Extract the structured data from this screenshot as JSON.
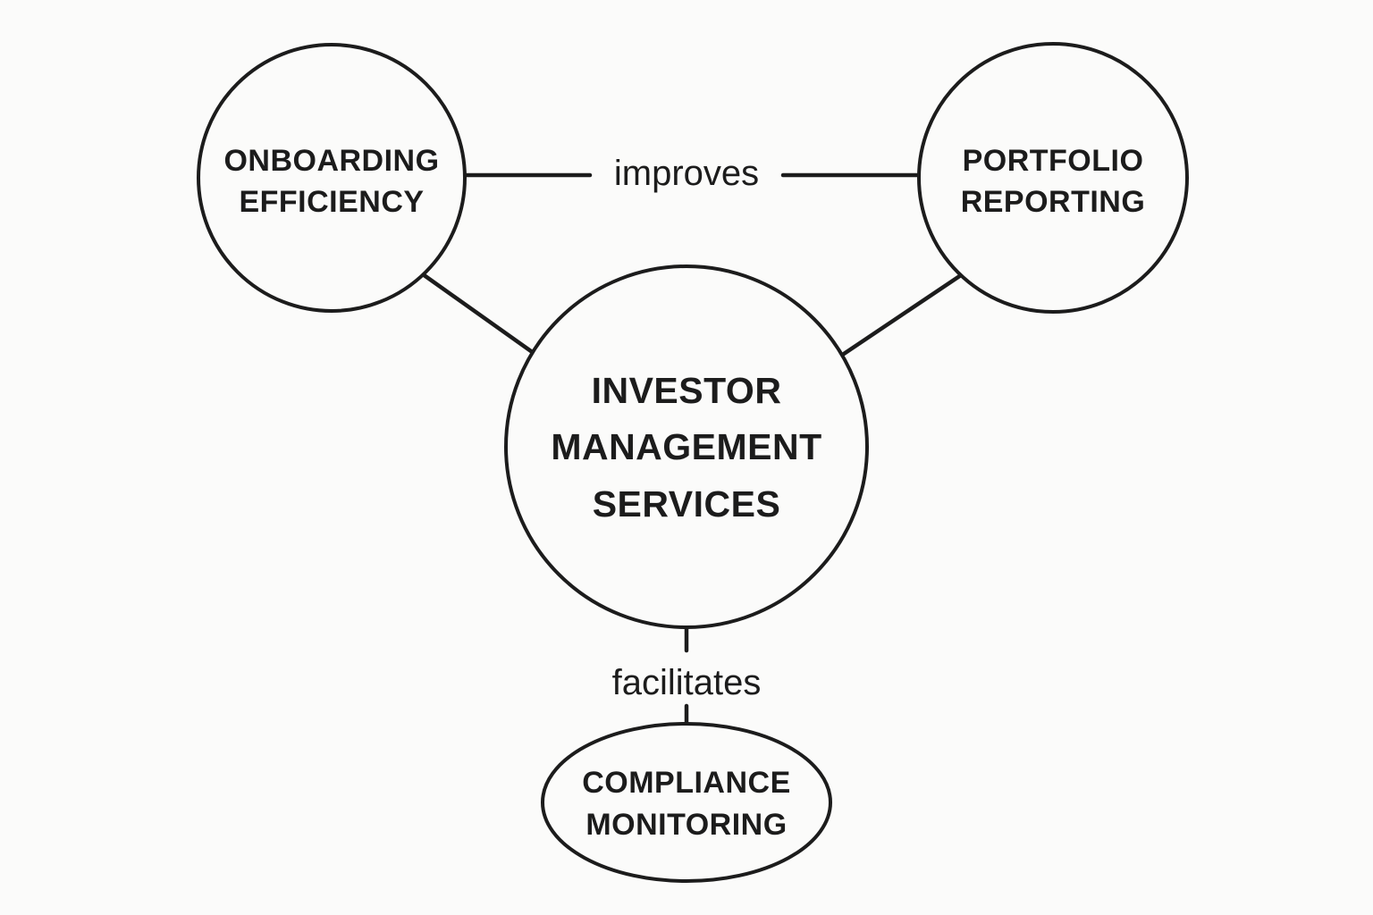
{
  "diagram_title": "",
  "colors": {
    "ink": "#1c1c1c",
    "background": "#fbfbfa"
  },
  "nodes": [
    {
      "id": "investor-management-services",
      "shape": "circle",
      "label": "INVESTOR MANAGEMENT SERVICES",
      "lines": [
        "INVESTOR",
        "MANAGEMENT",
        "SERVICES"
      ]
    },
    {
      "id": "onboarding-efficiency",
      "shape": "circle",
      "label": "ONBOARDING EFFICIENCY",
      "lines": [
        "ONBOARDING",
        "EFFICIENCY"
      ]
    },
    {
      "id": "portfolio-reporting",
      "shape": "circle",
      "label": "PORTFOLIO REPORTING",
      "lines": [
        "PORTFOLIO",
        "REPORTING"
      ]
    },
    {
      "id": "compliance-monitoring",
      "shape": "ellipse",
      "label": "COMPLIANCE MONITORING",
      "lines": [
        "COMPLIANCE",
        "MONITORING"
      ]
    }
  ],
  "edges": [
    {
      "from": "onboarding-efficiency",
      "to": "portfolio-reporting",
      "label": "improves"
    },
    {
      "from": "onboarding-efficiency",
      "to": "investor-management-services",
      "label": ""
    },
    {
      "from": "portfolio-reporting",
      "to": "investor-management-services",
      "label": ""
    },
    {
      "from": "investor-management-services",
      "to": "compliance-monitoring",
      "label": "facilitates"
    }
  ]
}
